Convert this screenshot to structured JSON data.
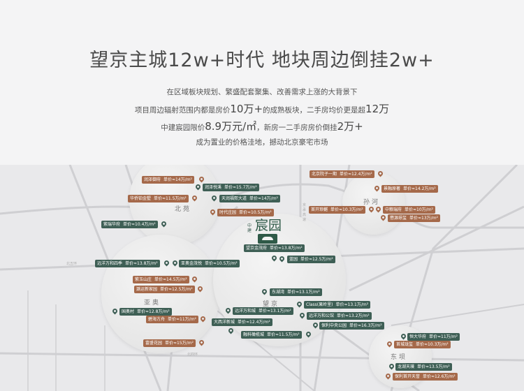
{
  "header": {
    "title": "望京主城12w+时代 地块周边倒挂2w+",
    "line1": "在区域板块规划、繁盛配套聚集、改善需求上涨的大背景下",
    "line2a": "项目周边辐射范围内都是房价",
    "line2b": "10万+",
    "line2c": "的成熟板块，二手房均价更是超",
    "line2d": "12万",
    "line3a": "中建宸园限价",
    "line3b": "8.9万元/㎡",
    "line3c": "，新房一二手房房价倒挂",
    "line3d": "2万+",
    "line4": "成为置业的价格洼地，撼动北京豪宅市场"
  },
  "map": {
    "districts": [
      "北苑",
      "孙河",
      "亚奥",
      "望京",
      "东坝"
    ],
    "roads": [
      "北五环",
      "京承高速",
      "北四环"
    ],
    "logo": {
      "small": "中建",
      "big": "宸园"
    },
    "colors": {
      "green": "#3e5f55",
      "brown": "#a5694a"
    },
    "listings": [
      {
        "name": "润泽御府",
        "price": "单价≈14万/m²",
        "color": "brown"
      },
      {
        "name": "华侨铂金墅",
        "price": "单价≈11.5万/m²",
        "color": "brown"
      },
      {
        "name": "时代庄园",
        "price": "单价≈10.5万/m²",
        "color": "brown"
      },
      {
        "name": "北京院子一期",
        "price": "单价≈12.4万/m²",
        "color": "brown"
      },
      {
        "name": "景融原著",
        "price": "单价≈14.2万/m²",
        "color": "brown"
      },
      {
        "name": "首开琅樾",
        "price": "单价≈10.3万/m²",
        "color": "brown"
      },
      {
        "name": "中粮瑞府",
        "price": "单价≈10万/m²",
        "color": "brown"
      },
      {
        "name": "懋源璟玺",
        "price": "单价≈13万/m²",
        "color": "brown"
      },
      {
        "name": "紫玉山庄",
        "price": "单价≈14.5万/m²",
        "color": "brown"
      },
      {
        "name": "潞运新家园",
        "price": "单价≈12.5万/m²",
        "color": "brown"
      },
      {
        "name": "碧海方舟",
        "price": "单价≈11万/m²",
        "color": "brown"
      },
      {
        "name": "富盛花园",
        "price": "单价≈15万/m²",
        "color": "brown"
      },
      {
        "name": "首城珑玺",
        "price": "单价≈10.3万/m²",
        "color": "brown"
      },
      {
        "name": "保利首开天誉",
        "price": "单价≈12.6万/m²",
        "color": "brown"
      },
      {
        "name": "润泽悦溪",
        "price": "单价≈15.7万/m²",
        "color": "green"
      },
      {
        "name": "天润福熙大道",
        "price": "单价≈14万/m²",
        "color": "green"
      },
      {
        "name": "紫瑞华府",
        "price": "单价≈10.4万/m²",
        "color": "green"
      },
      {
        "name": "望京金茂府",
        "price": "单价≈13.8万/m²",
        "color": "green"
      },
      {
        "name": "蓝园",
        "price": "单价≈12.5万/m²",
        "color": "green"
      },
      {
        "name": "远洋万和四季",
        "price": "单价≈13.8万/m²",
        "color": "green"
      },
      {
        "name": "亚奥金茂悦",
        "price": "单价≈10.5万/m²",
        "color": "green"
      },
      {
        "name": "东湖湾",
        "price": "单价≈13.1万/m²",
        "color": "green"
      },
      {
        "name": "Class(果岭里)",
        "price": "单价≈13.1万/m²",
        "color": "green"
      },
      {
        "name": "远洋万和城",
        "price": "单价≈13.1万/m²",
        "color": "green"
      },
      {
        "name": "远洋万和公馆",
        "price": "单价≈13.2万/m²",
        "color": "green"
      },
      {
        "name": "国奥村",
        "price": "单价≈12.8万/m²",
        "color": "green"
      },
      {
        "name": "大西洋新城",
        "price": "单价≈12.4万/m²",
        "color": "green"
      },
      {
        "name": "保利中央公园",
        "price": "单价≈16.3万/m²",
        "color": "green"
      },
      {
        "name": "融科橄榄城",
        "price": "单价≈11.5万/m²",
        "color": "green"
      },
      {
        "name": "恒大华府",
        "price": "单价≈11万/m²",
        "color": "green"
      },
      {
        "name": "龙湖天璞",
        "price": "单价≈13.5万/m²",
        "color": "green"
      }
    ]
  }
}
